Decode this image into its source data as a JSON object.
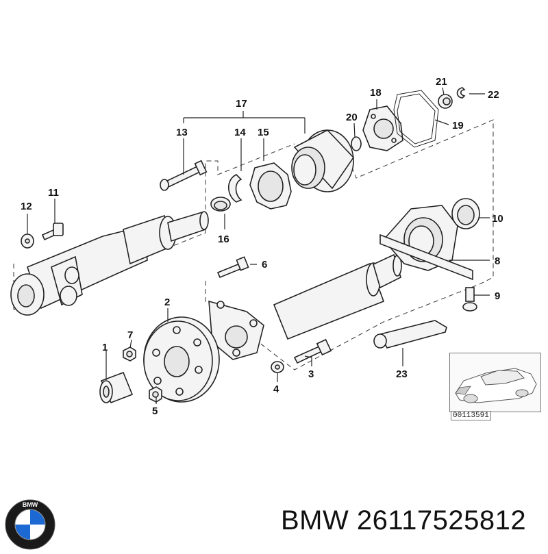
{
  "diagram": {
    "callouts": [
      "1",
      "2",
      "3",
      "4",
      "5",
      "6",
      "7",
      "8",
      "9",
      "10",
      "11",
      "12",
      "13",
      "14",
      "15",
      "16",
      "17",
      "18",
      "19",
      "20",
      "21",
      "22",
      "23"
    ],
    "reference_number": "00113591"
  },
  "brand": {
    "logo_text": "BMW",
    "logo_colors": {
      "blue": "#1c69d4",
      "white": "#ffffff",
      "ring": "#1a1a1a"
    }
  },
  "caption": {
    "text": "BMW 26117525812"
  }
}
